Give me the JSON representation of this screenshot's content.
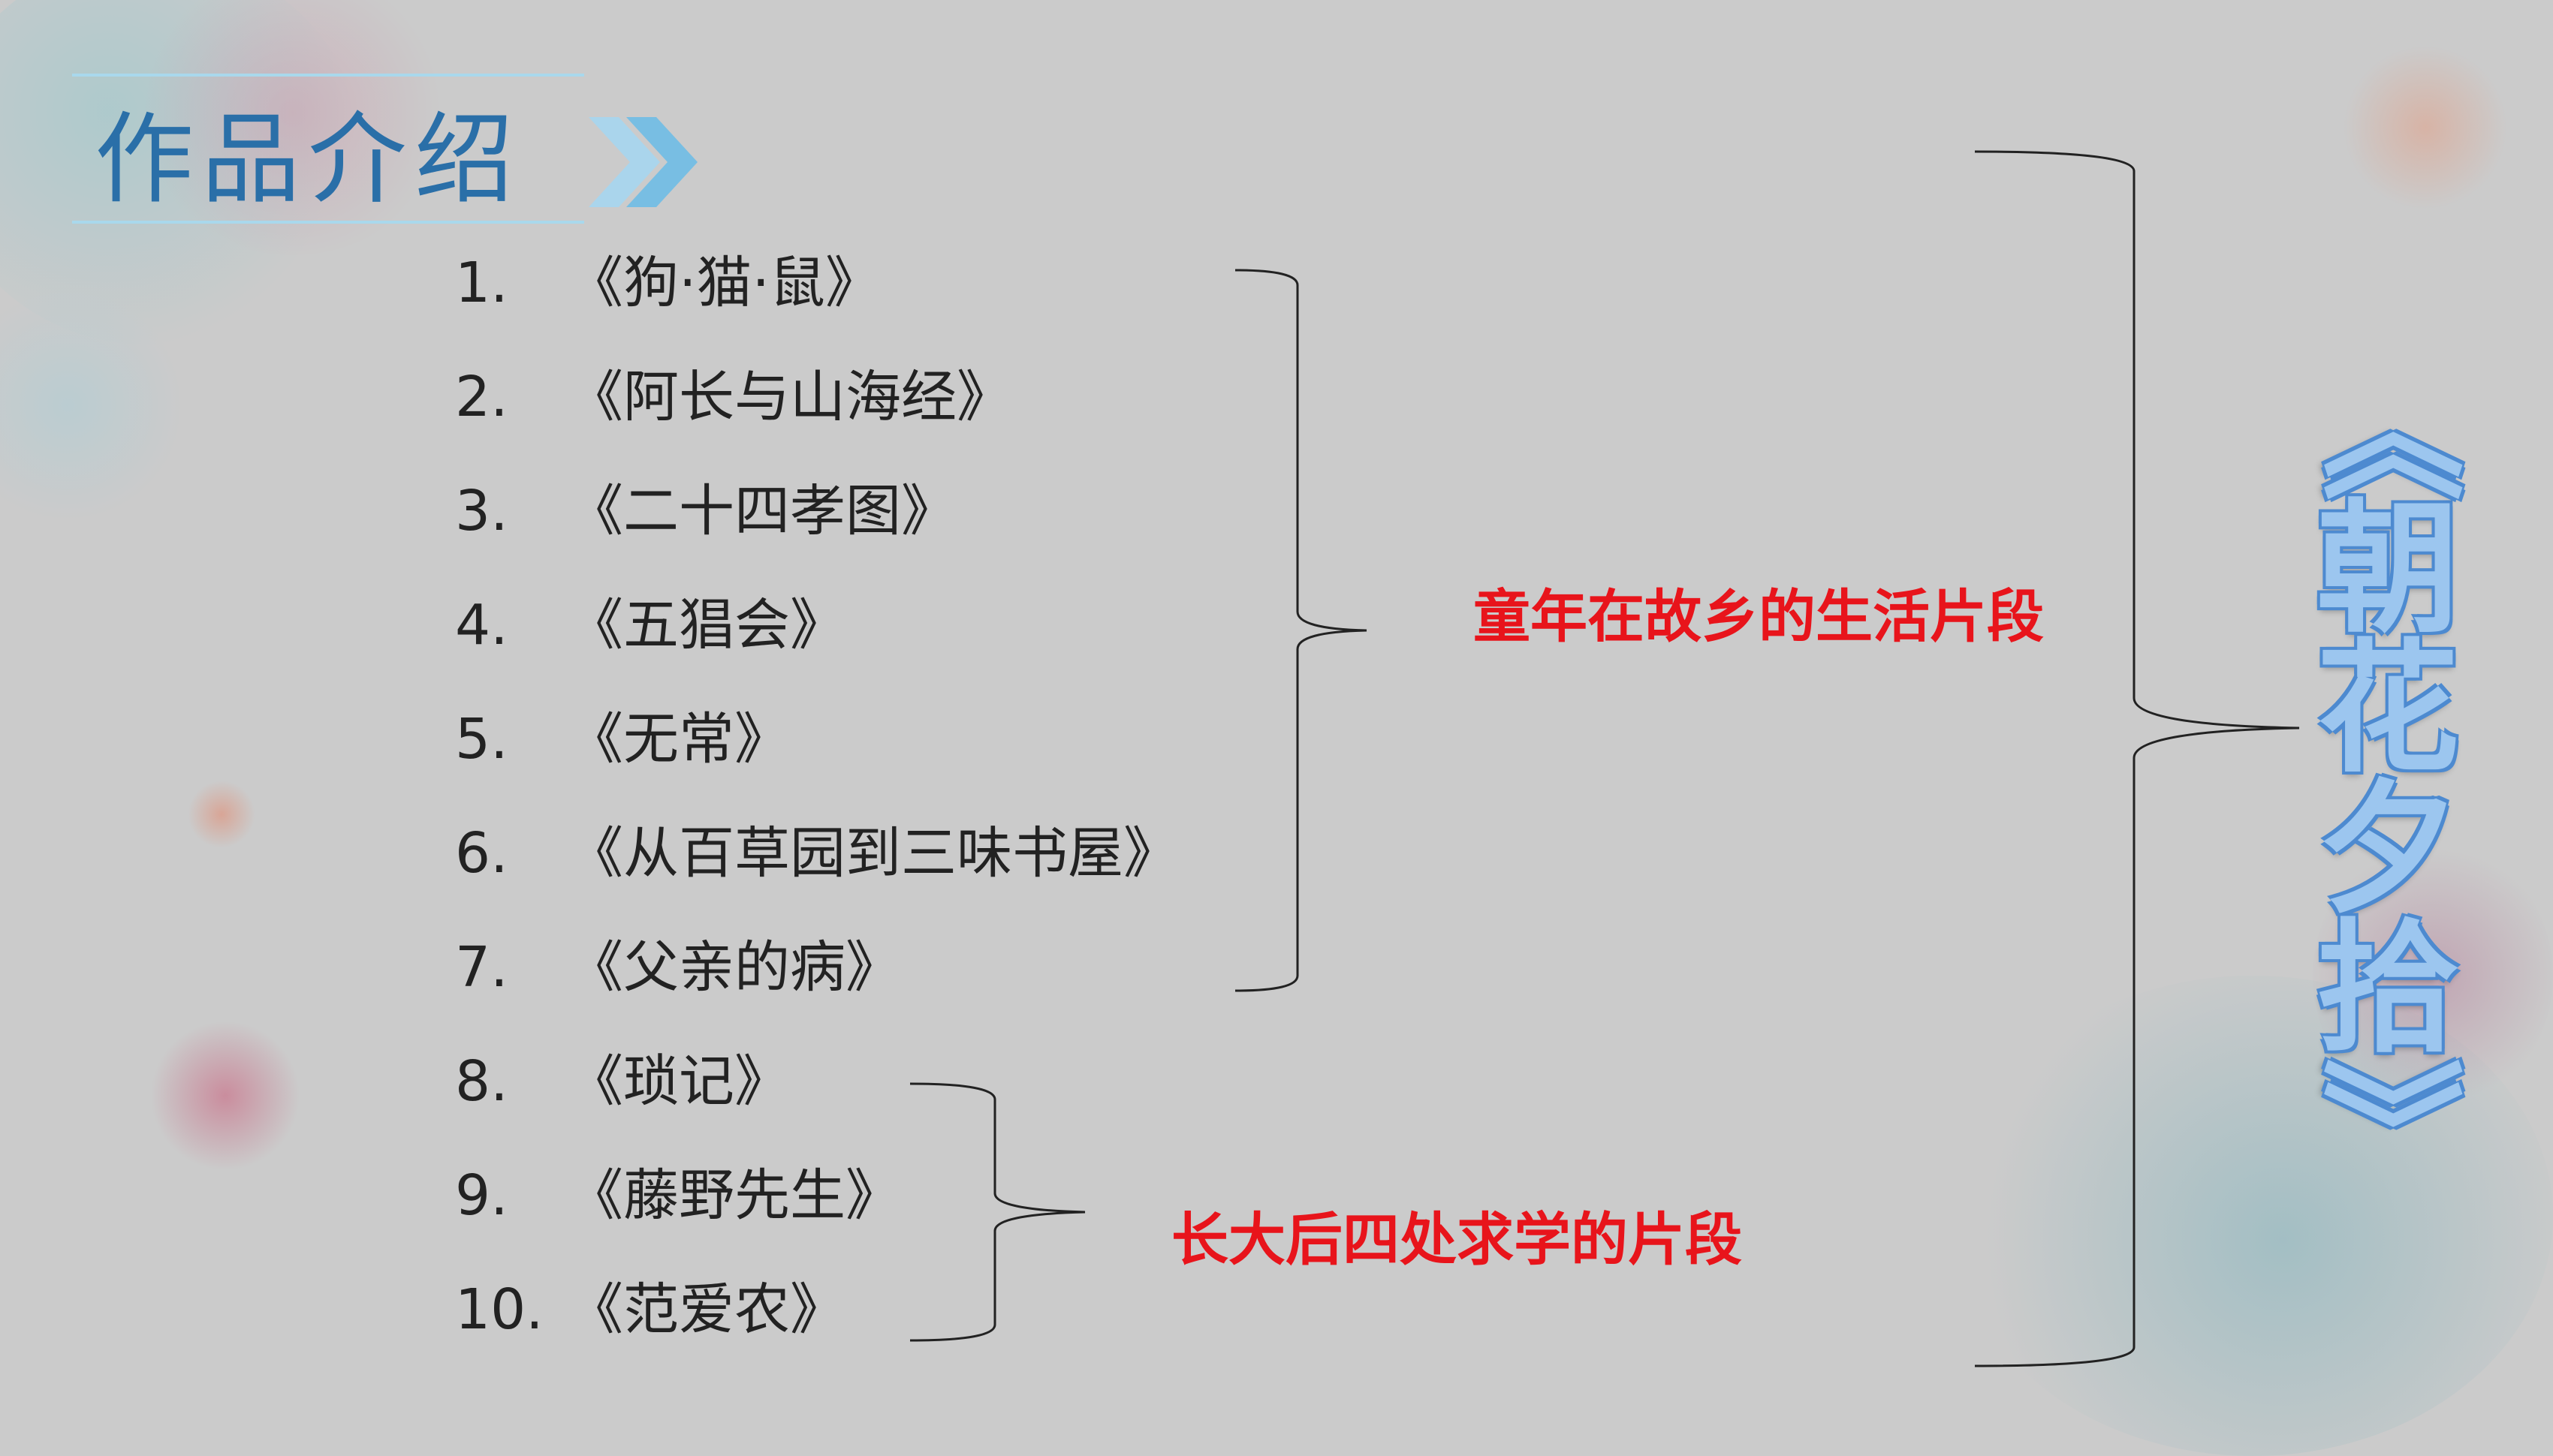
{
  "title": "作品介绍",
  "works": [
    {
      "num": "1.",
      "title": "《狗·猫·鼠》"
    },
    {
      "num": "2.",
      "title": "《阿长与山海经》"
    },
    {
      "num": "3.",
      "title": "《二十四孝图》"
    },
    {
      "num": "4.",
      "title": "《五猖会》"
    },
    {
      "num": "5.",
      "title": "《无常》"
    },
    {
      "num": "6.",
      "title": "《从百草园到三味书屋》"
    },
    {
      "num": "7.",
      "title": "《父亲的病》"
    },
    {
      "num": "8.",
      "title": "《琐记》"
    },
    {
      "num": "9.",
      "title": "《藤野先生》"
    },
    {
      "num": "10.",
      "title": "《范爱农》"
    }
  ],
  "groups": {
    "childhood": "童年在故乡的生活片段",
    "study": "长大后四处求学的片段"
  },
  "book": {
    "open": "《",
    "chars": [
      "朝",
      "花",
      "夕",
      "拾"
    ],
    "close": "》"
  },
  "colors": {
    "accent_red": "#e8141b",
    "title_blue": "#2a6fa8",
    "book_blue": "#9cc6ef"
  }
}
